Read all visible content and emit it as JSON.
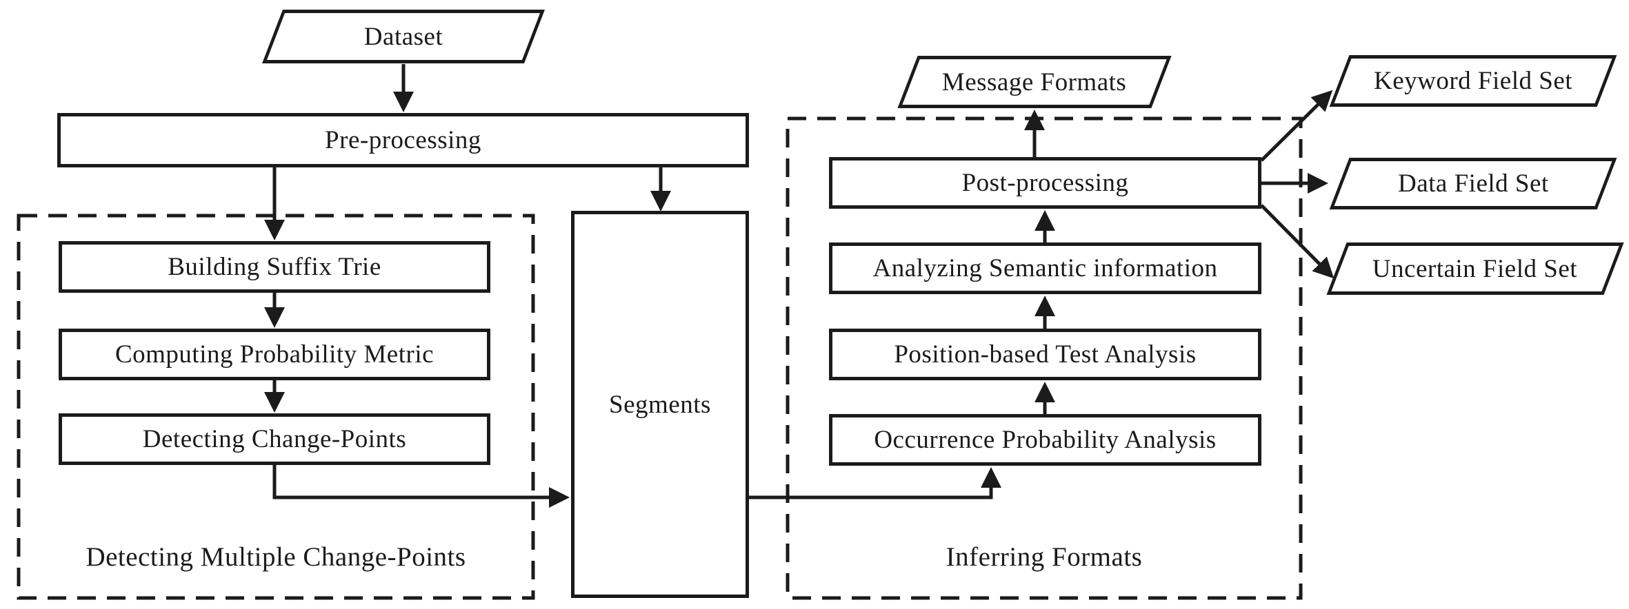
{
  "colors": {
    "ink": "#1b1b1b",
    "background": "#ffffff"
  },
  "nodes": {
    "dataset": "Dataset",
    "preprocessing": "Pre-processing",
    "building_suffix_trie": "Building Suffix Trie",
    "computing_probability_metric": "Computing Probability Metric",
    "detecting_change_points": "Detecting Change-Points",
    "segments": "Segments",
    "occurrence_probability_analysis": "Occurrence Probability Analysis",
    "position_based_test_analysis": "Position-based Test Analysis",
    "analyzing_semantic_information": "Analyzing Semantic information",
    "postprocessing": "Post-processing",
    "message_formats": "Message Formats",
    "keyword_field_set": "Keyword Field Set",
    "data_field_set": "Data Field Set",
    "uncertain_field_set": "Uncertain Field Set"
  },
  "groups": {
    "left": "Detecting Multiple Change-Points",
    "right": "Inferring Formats"
  }
}
